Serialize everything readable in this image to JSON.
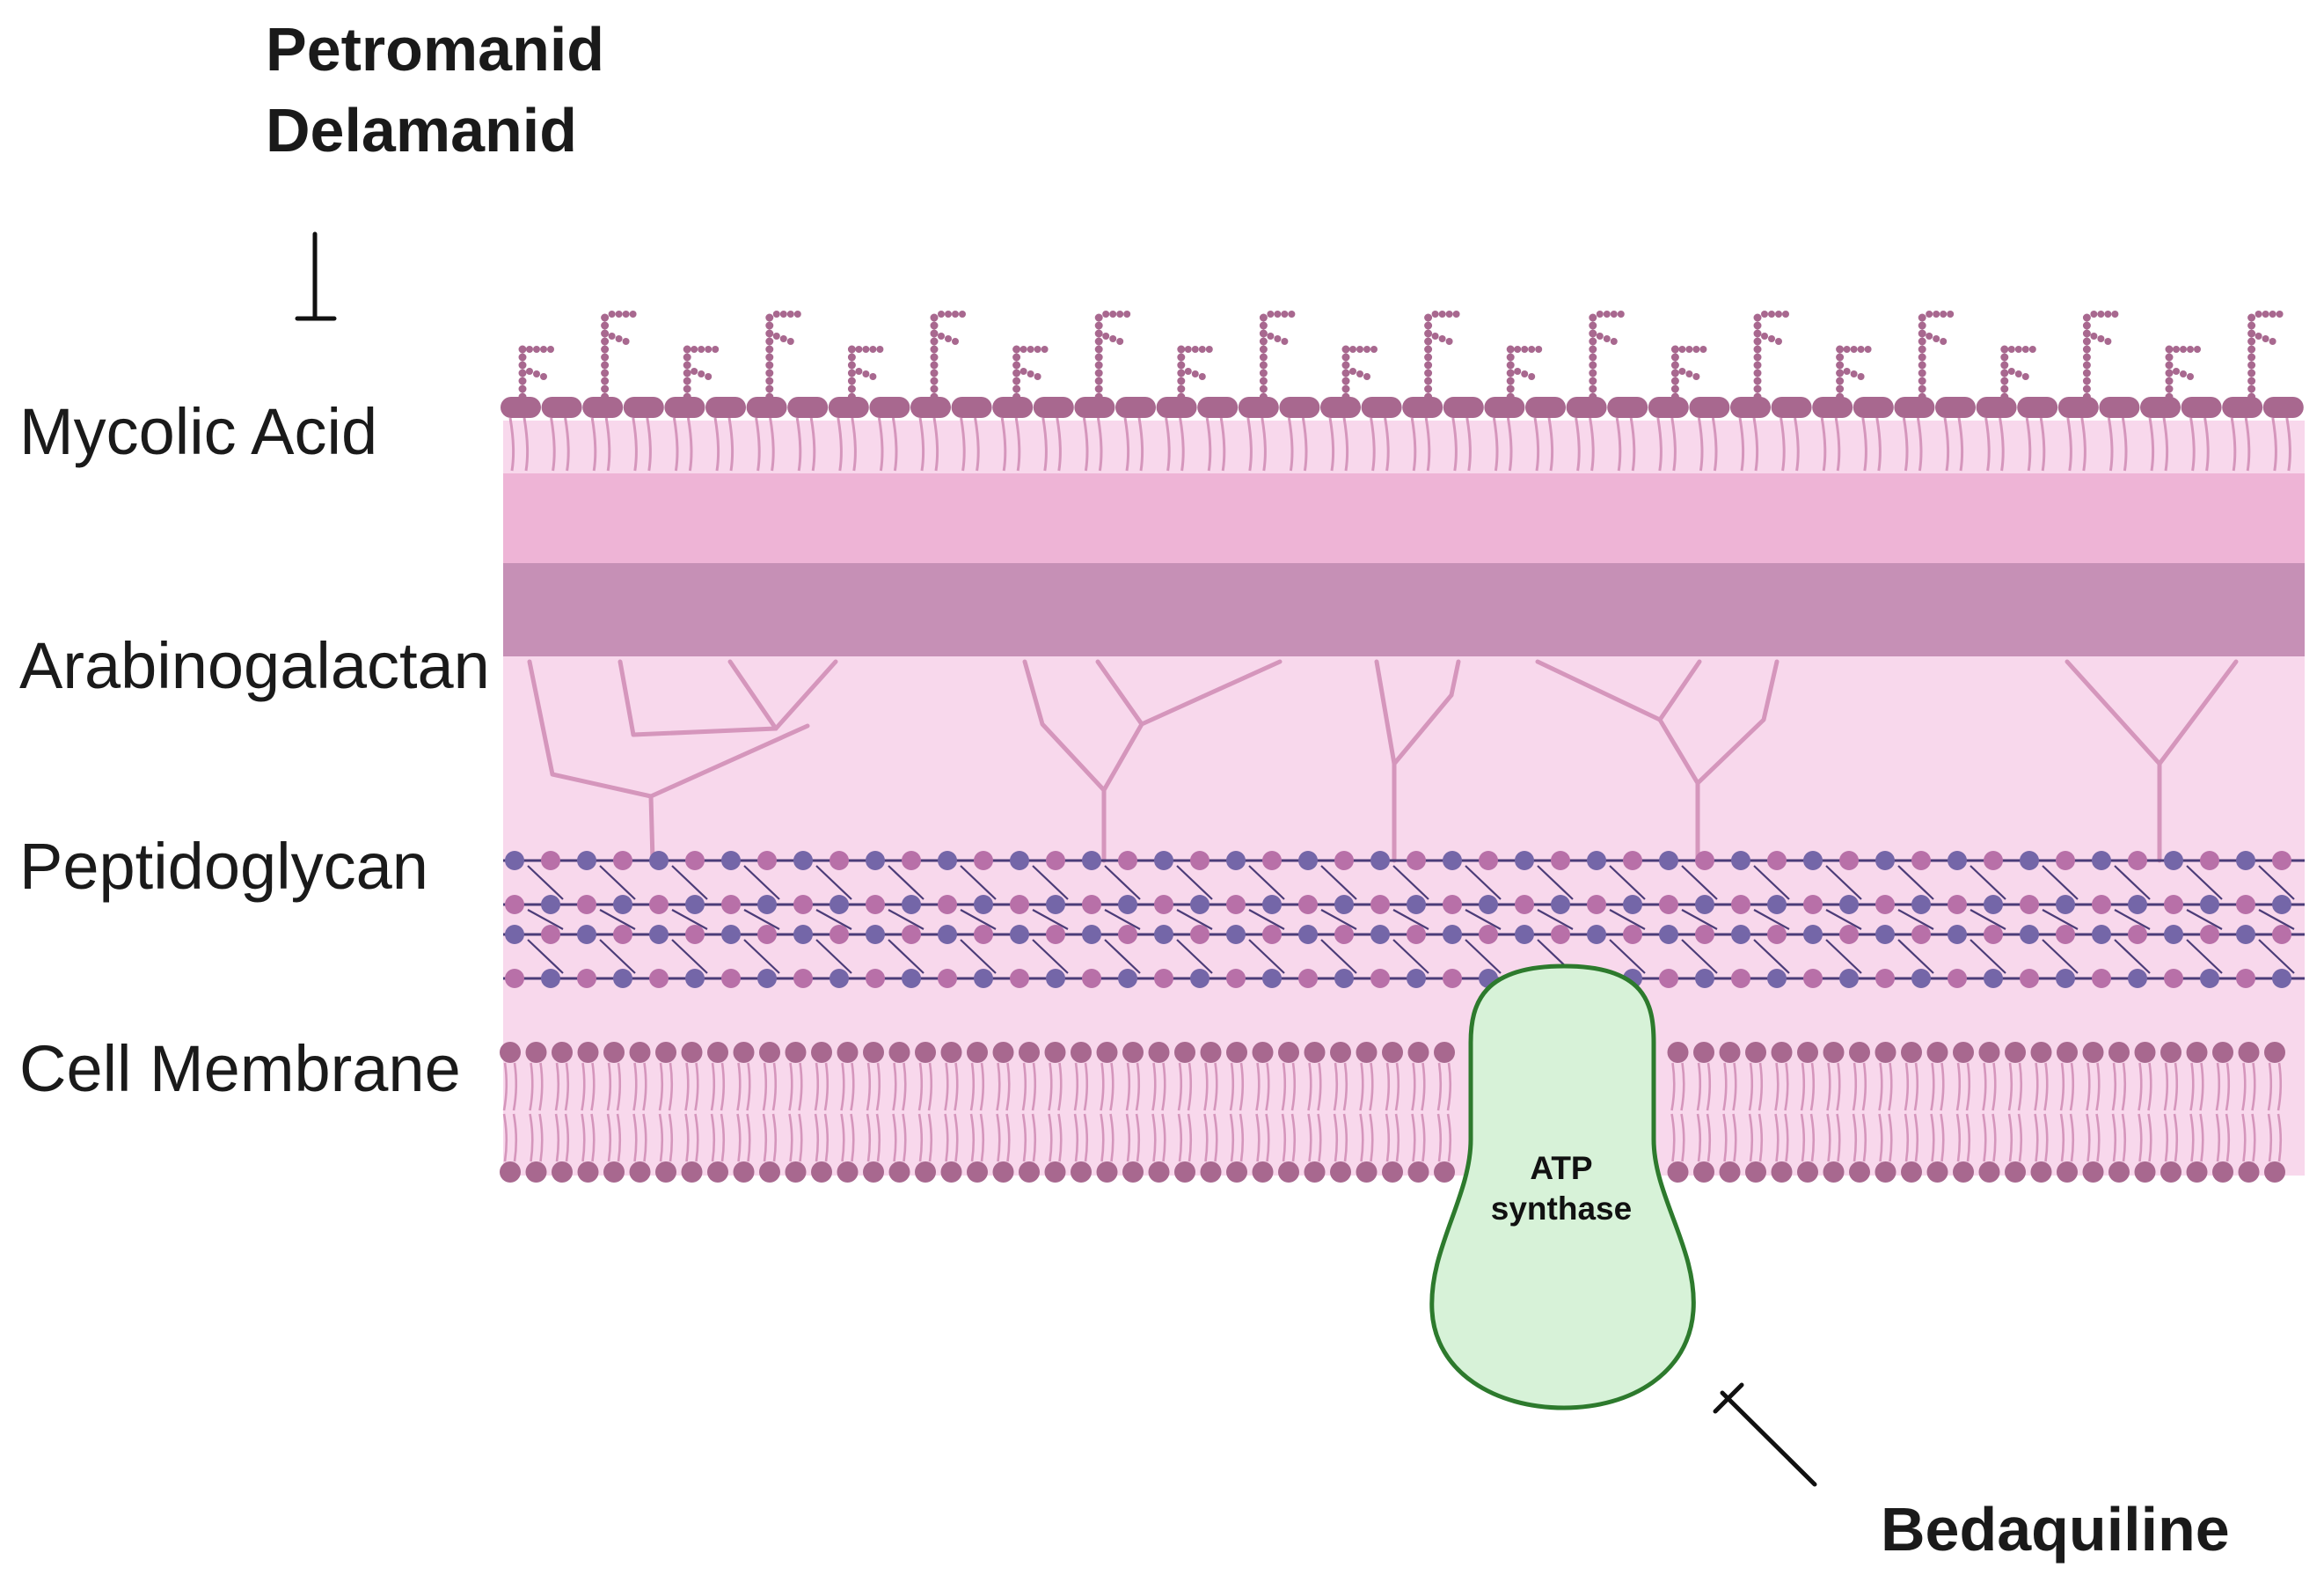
{
  "drugs": {
    "top_line1": "Petromanid",
    "top_line2": "Delamanid",
    "bottom": "Bedaquiline"
  },
  "layers": {
    "mycolic_acid": "Mycolic Acid",
    "arabinogalactan": "Arabinogalactan",
    "peptidoglycan": "Peptidoglycan",
    "cell_membrane": "Cell Membrane"
  },
  "protein": {
    "line1": "ATP",
    "line2": "synthase"
  },
  "colors": {
    "light_pink": "#f8d8ec",
    "mid_pink": "#eeb4d6",
    "mauve": "#c690b6",
    "lipid_head": "#a8688f",
    "branch": "#d596bc",
    "pg_purple": "#7466a8",
    "pg_pink": "#b870a8",
    "pg_line": "#4b3c78",
    "atp_fill": "#d7f2d8",
    "atp_stroke": "#2d7a2d",
    "inhibitor": "#111111"
  }
}
